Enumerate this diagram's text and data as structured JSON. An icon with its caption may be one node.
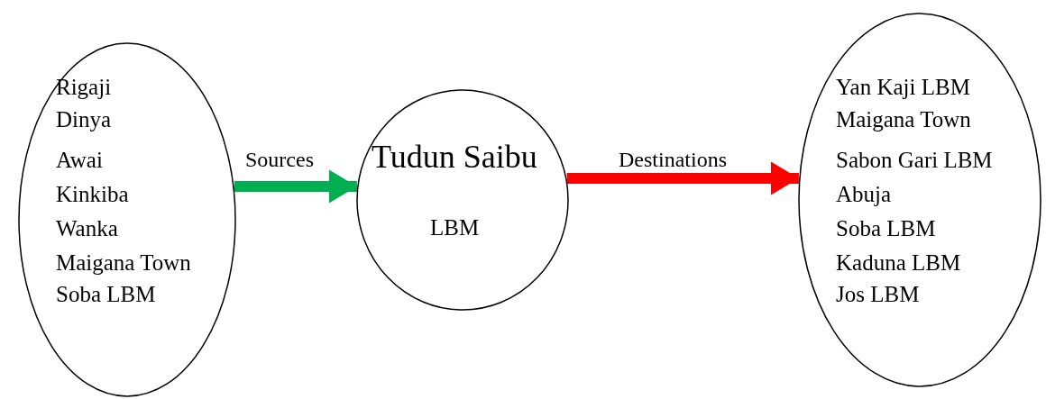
{
  "diagram": {
    "nodes": [
      {
        "text": [
          "Rigaji",
          "Dinya",
          "Awai",
          "Kinkiba",
          "Wanka",
          "Maigana Town",
          "Soba LBM"
        ]
      },
      {
        "text": [
          "Tudun Saibu",
          "LBM"
        ]
      },
      {
        "text": [
          "Yan Kaji LBM",
          "Maigana Town",
          "Sabon Gari LBM",
          "Abuja",
          "Soba LBM",
          "Kaduna LBM",
          "Jos LBM"
        ]
      }
    ],
    "edges": [
      {
        "from": 0,
        "to": 1,
        "arrow": "to",
        "label": "Sources",
        "color": "#00b050"
      },
      {
        "from": 1,
        "to": 2,
        "arrow": "to",
        "label": "Destinations",
        "color": "#ff0000"
      }
    ]
  }
}
